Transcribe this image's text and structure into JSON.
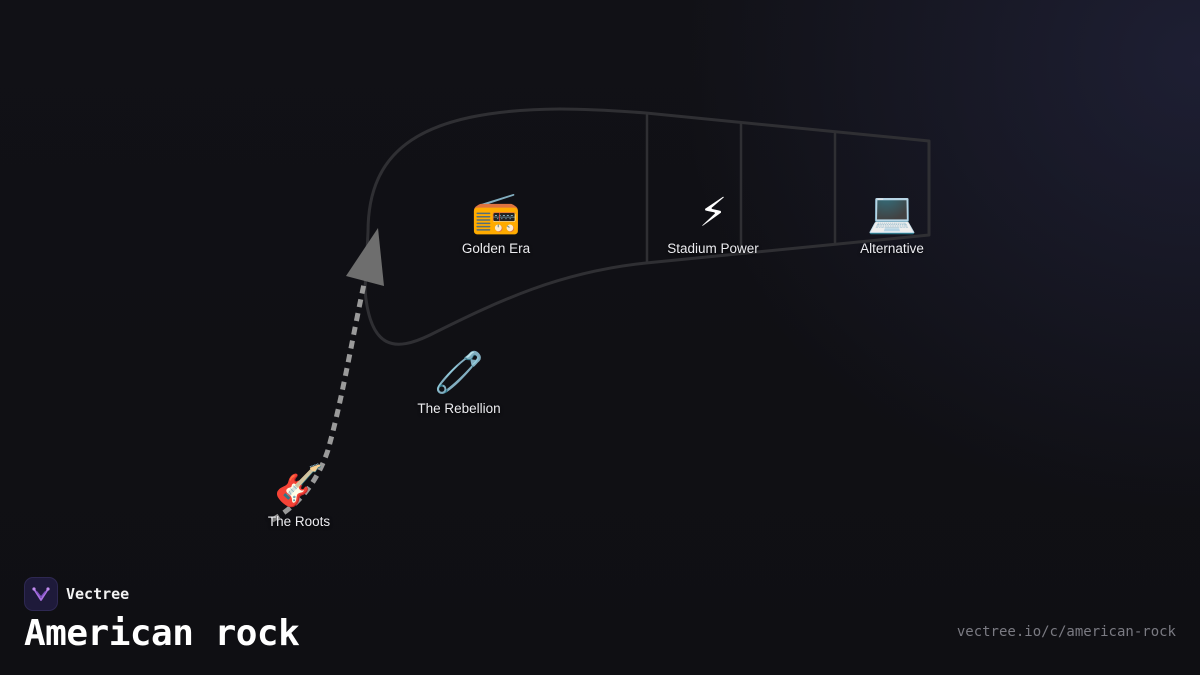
{
  "brand": {
    "name": "Vectree",
    "logo_icon": "vectree-logo-icon",
    "logo_color": "#a970e0"
  },
  "page": {
    "title": "American rock",
    "url": "vectree.io/c/american-rock"
  },
  "colors": {
    "background": "#0f0f13",
    "path_line": "#2f2f33",
    "arrow": "#8a8a8a"
  },
  "nodes": [
    {
      "id": "roots",
      "label": "The Roots",
      "icon": "guitar-icon",
      "glyph": "🎸"
    },
    {
      "id": "golden-era",
      "label": "Golden Era",
      "icon": "radio-icon",
      "glyph": "📻"
    },
    {
      "id": "rebellion",
      "label": "The Rebellion",
      "icon": "safety-pin-icon",
      "glyph": "🧷"
    },
    {
      "id": "stadium-power",
      "label": "Stadium Power",
      "icon": "lightning-icon",
      "glyph": "⚡"
    },
    {
      "id": "alternative",
      "label": "Alternative",
      "icon": "laptop-icon",
      "glyph": "💻"
    }
  ]
}
